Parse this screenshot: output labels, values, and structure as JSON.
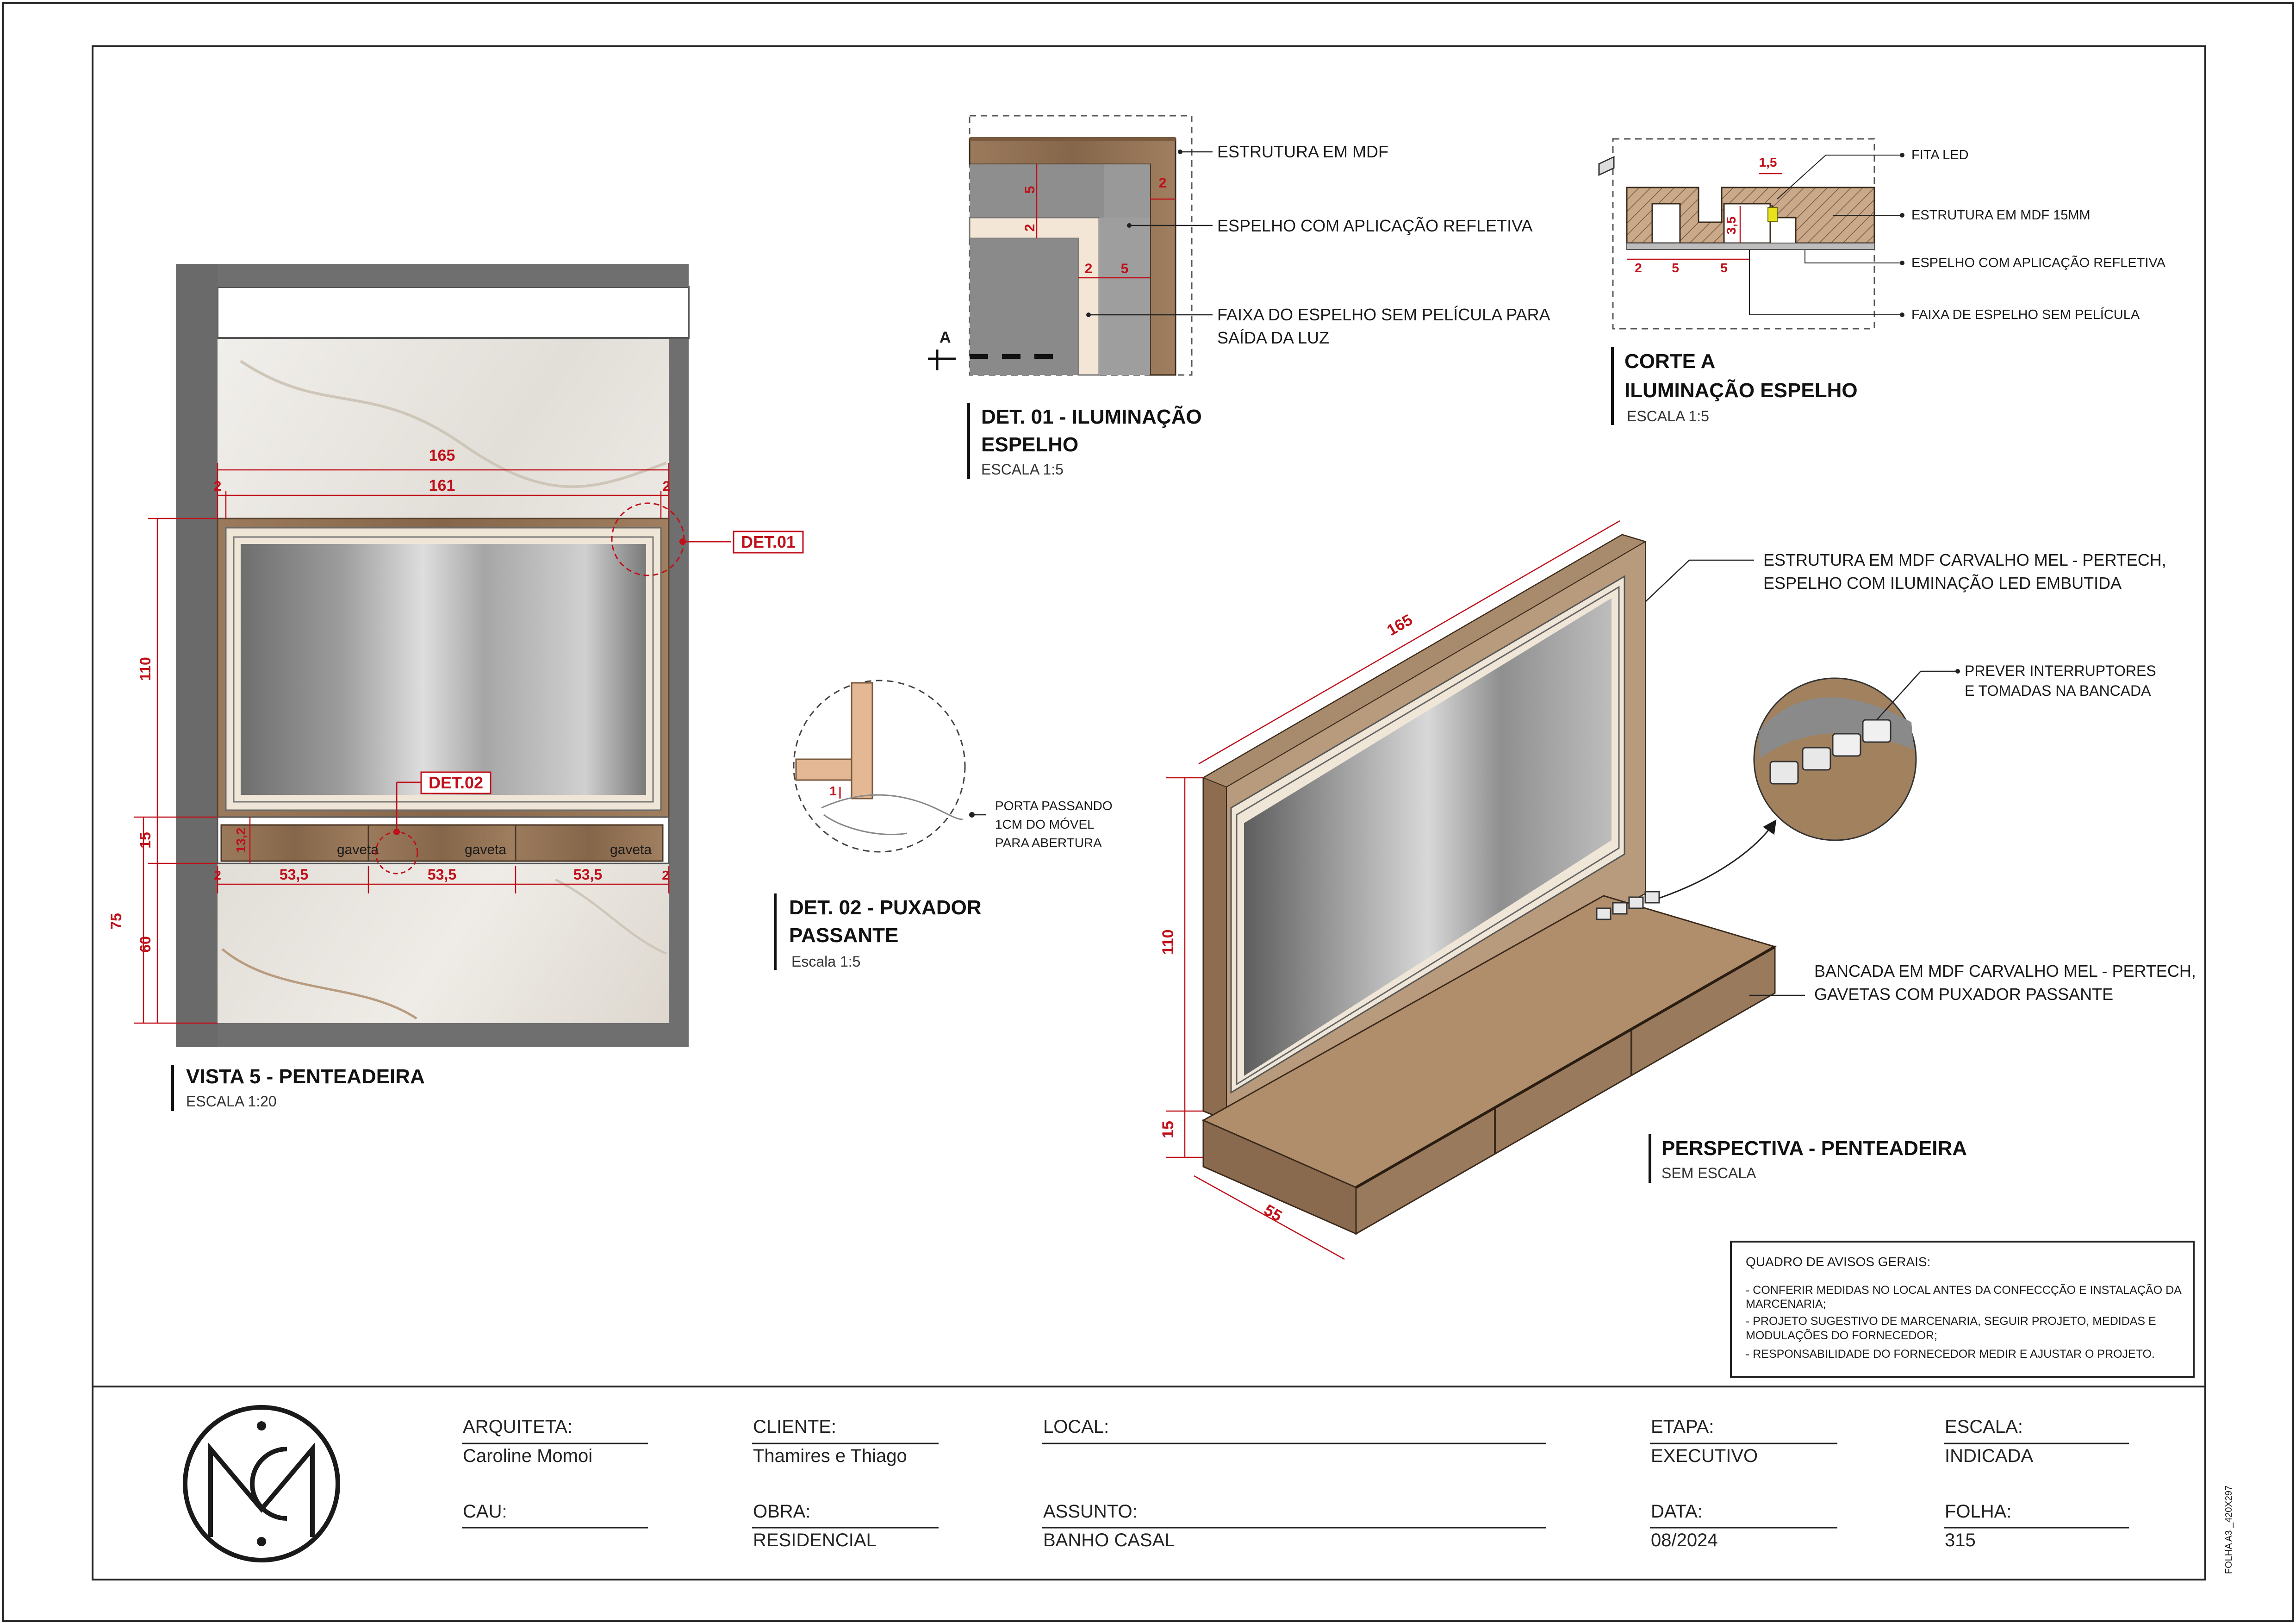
{
  "views": {
    "vista5": {
      "title": "VISTA 5 - PENTEADEIRA",
      "scale": "ESCALA 1:20",
      "dims": {
        "total_width": "165",
        "inner_width": "161",
        "side": "2",
        "mirror_height": "110",
        "drawer_height": "15",
        "bench_height": "75",
        "lower_height": "60",
        "drawer_gap": "13,2",
        "drawer_width": "53,5"
      },
      "drawer_label": "gaveta",
      "det01_tag": "DET.01",
      "det02_tag": "DET.02"
    },
    "det01": {
      "title_line1": "DET. 01 - ILUMINAÇÃO",
      "title_line2": "ESPELHO",
      "scale": "ESCALA 1:5",
      "section_mark": "A",
      "dims": [
        "5",
        "2",
        "2",
        "2",
        "5"
      ],
      "callouts": [
        "ESTRUTURA EM MDF",
        "ESPELHO COM APLICAÇÃO REFLETIVA",
        "FAIXA DO ESPELHO SEM PELÍCULA PARA",
        "SAÍDA DA LUZ"
      ]
    },
    "corteA": {
      "title_line1": "CORTE A",
      "title_line2": "ILUMINAÇÃO ESPELHO",
      "scale": "ESCALA 1:5",
      "dims": [
        "1,5",
        "3,5",
        "2",
        "5",
        "5"
      ],
      "callouts": [
        "FITA LED",
        "ESTRUTURA EM MDF 15MM",
        "ESPELHO COM APLICAÇÃO REFLETIVA",
        "FAIXA DE ESPELHO SEM PELÍCULA"
      ]
    },
    "det02": {
      "title_line1": "DET. 02 - PUXADOR",
      "title_line2": "PASSANTE",
      "scale": "Escala 1:5",
      "dim": "1",
      "callout": [
        "PORTA PASSANDO",
        "1CM DO MÓVEL",
        "PARA ABERTURA"
      ]
    },
    "perspectiva": {
      "title": "PERSPECTIVA - PENTEADEIRA",
      "scale": "SEM ESCALA",
      "dims": {
        "width": "165",
        "mirror_height": "110",
        "drawer_height": "15",
        "depth": "55"
      },
      "callouts": {
        "structure": [
          "ESTRUTURA EM MDF CARVALHO MEL - PERTECH,",
          "ESPELHO COM ILUMINAÇÃO LED EMBUTIDA"
        ],
        "switches": [
          "PREVER INTERRUPTORES",
          "E TOMADAS NA BANCADA"
        ],
        "bench": [
          "BANCADA EM MDF CARVALHO MEL - PERTECH,",
          "GAVETAS COM PUXADOR PASSANTE"
        ]
      }
    }
  },
  "notices": {
    "title": "QUADRO DE AVISOS GERAIS:",
    "lines": [
      "- CONFERIR MEDIDAS NO LOCAL ANTES DA CONFECCÇÃO E INSTALAÇÃO DA",
      "MARCENARIA;",
      "- PROJETO SUGESTIVO DE MARCENARIA, SEGUIR PROJETO, MEDIDAS E",
      "MODULAÇÕES DO FORNECEDOR;",
      "- RESPONSABILIDADE DO FORNECEDOR MEDIR E AJUSTAR O PROJETO."
    ]
  },
  "title_block": {
    "arquiteta_label": "ARQUITETA:",
    "arquiteta": "Caroline Momoi",
    "cau_label": "CAU:",
    "cau": "",
    "cliente_label": "CLIENTE:",
    "cliente": "Thamires e Thiago",
    "obra_label": "OBRA:",
    "obra": "RESIDENCIAL",
    "local_label": "LOCAL:",
    "local": "",
    "assunto_label": "ASSUNTO:",
    "assunto": "BANHO CASAL",
    "etapa_label": "ETAPA:",
    "etapa": "EXECUTIVO",
    "data_label": "DATA:",
    "data": "08/2024",
    "escala_label": "ESCALA:",
    "escala": "INDICADA",
    "folha_label": "FOLHA:",
    "folha": "315",
    "sheet_format": "FOLHA A3 _420X297"
  },
  "colors": {
    "dimension": "#c0101a",
    "wood": "#8a6a4f",
    "mirror": "#9a9a9a",
    "marble": "#e9e6e1",
    "frame": "#6b6b6b"
  },
  "icons": {
    "logo": "mc-monogram-logo"
  }
}
